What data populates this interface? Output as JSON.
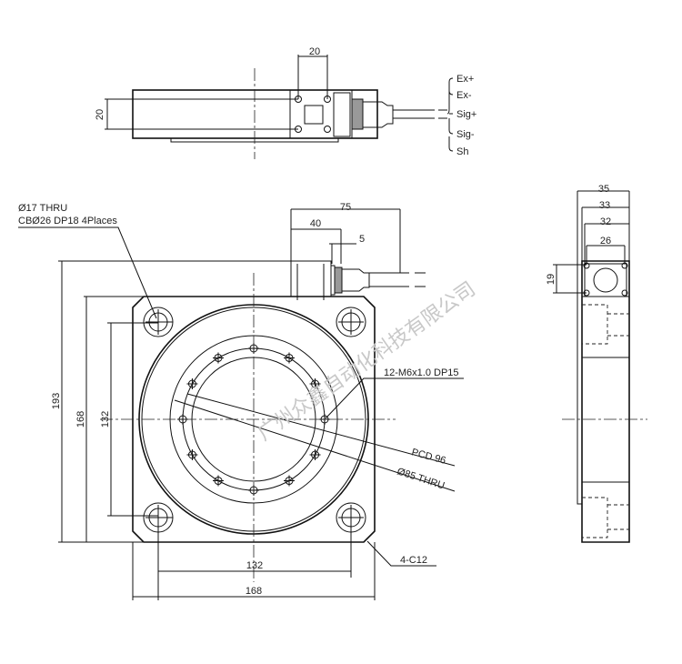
{
  "top_view": {
    "dim_pitch": "20",
    "dim_height": "20",
    "wires": [
      "Ex+",
      "Ex-",
      "Sig+",
      "Sig-",
      "Sh"
    ]
  },
  "front_view": {
    "dims": {
      "d75": "75",
      "d40": "40",
      "d5": "5",
      "d193": "193",
      "d168v": "168",
      "d132v": "132",
      "d132h": "132",
      "d168h": "168"
    },
    "callouts": {
      "hole_line1": "Ø17 THRU",
      "hole_line2": "CBØ26 DP18 4Places",
      "thread": "12-M6x1.0 DP15",
      "pcd": "PCD 96",
      "bore": "Ø85 THRU",
      "chamfer": "4-C12"
    }
  },
  "side_view": {
    "dims": {
      "d35": "35",
      "d33": "33",
      "d32": "32",
      "d26": "26",
      "d19": "19"
    }
  },
  "watermark": "广州众鑫自动化科技有限公司"
}
